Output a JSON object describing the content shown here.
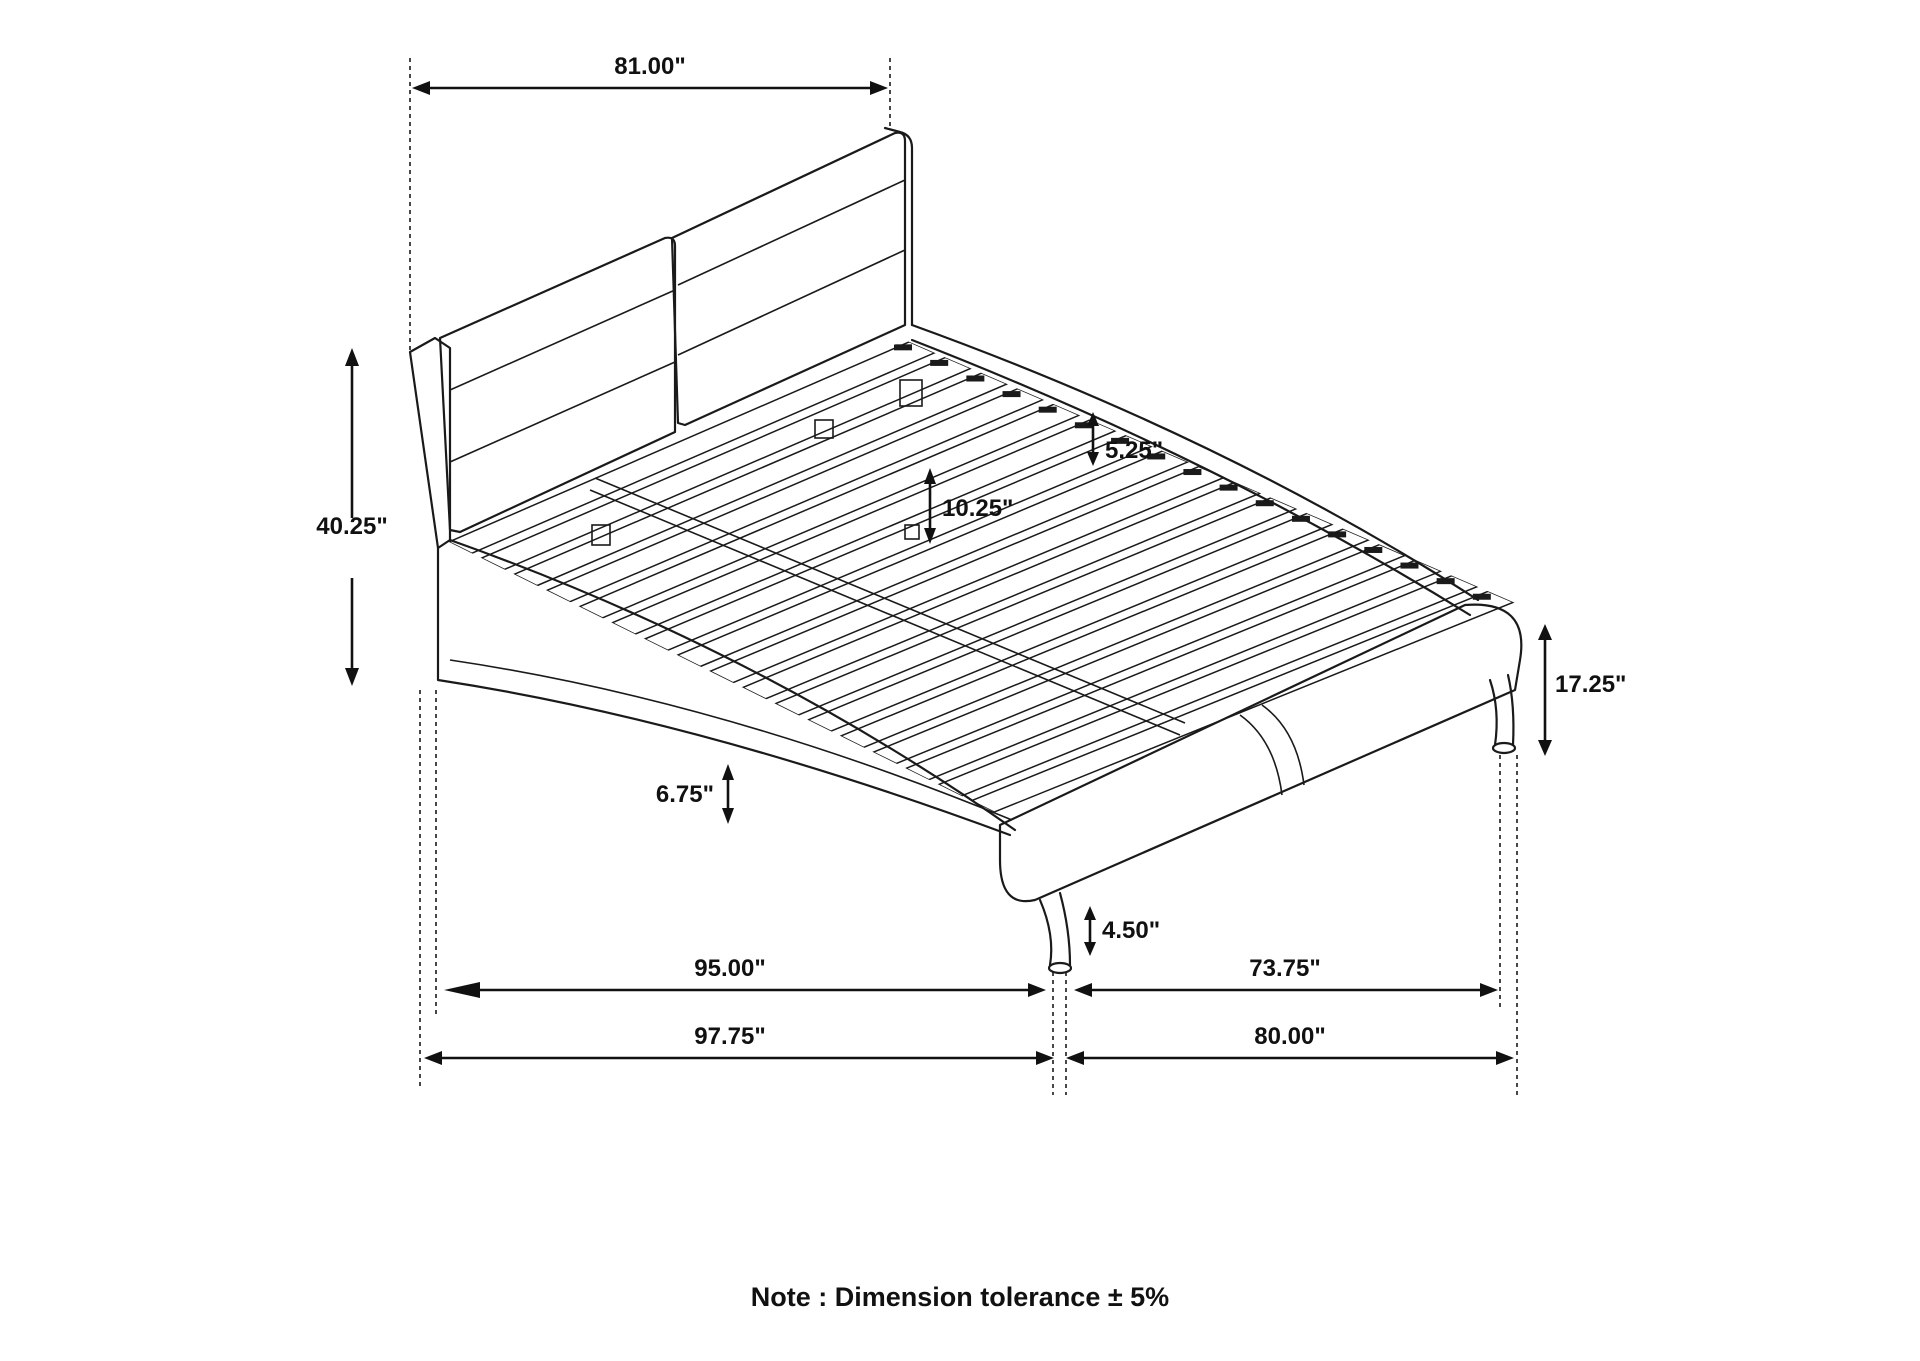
{
  "dimensions": {
    "headboard_width": "81.00\"",
    "headboard_height": "40.25\"",
    "rail_height": "5.25\"",
    "slat_gap": "10.25\"",
    "footboard_height": "17.25\"",
    "side_rail_depth": "6.75\"",
    "leg_height": "4.50\"",
    "inner_length": "95.00\"",
    "inner_width": "73.75\"",
    "overall_length": "97.75\"",
    "overall_width": "80.00\""
  },
  "note": "Note : Dimension tolerance ± 5%"
}
